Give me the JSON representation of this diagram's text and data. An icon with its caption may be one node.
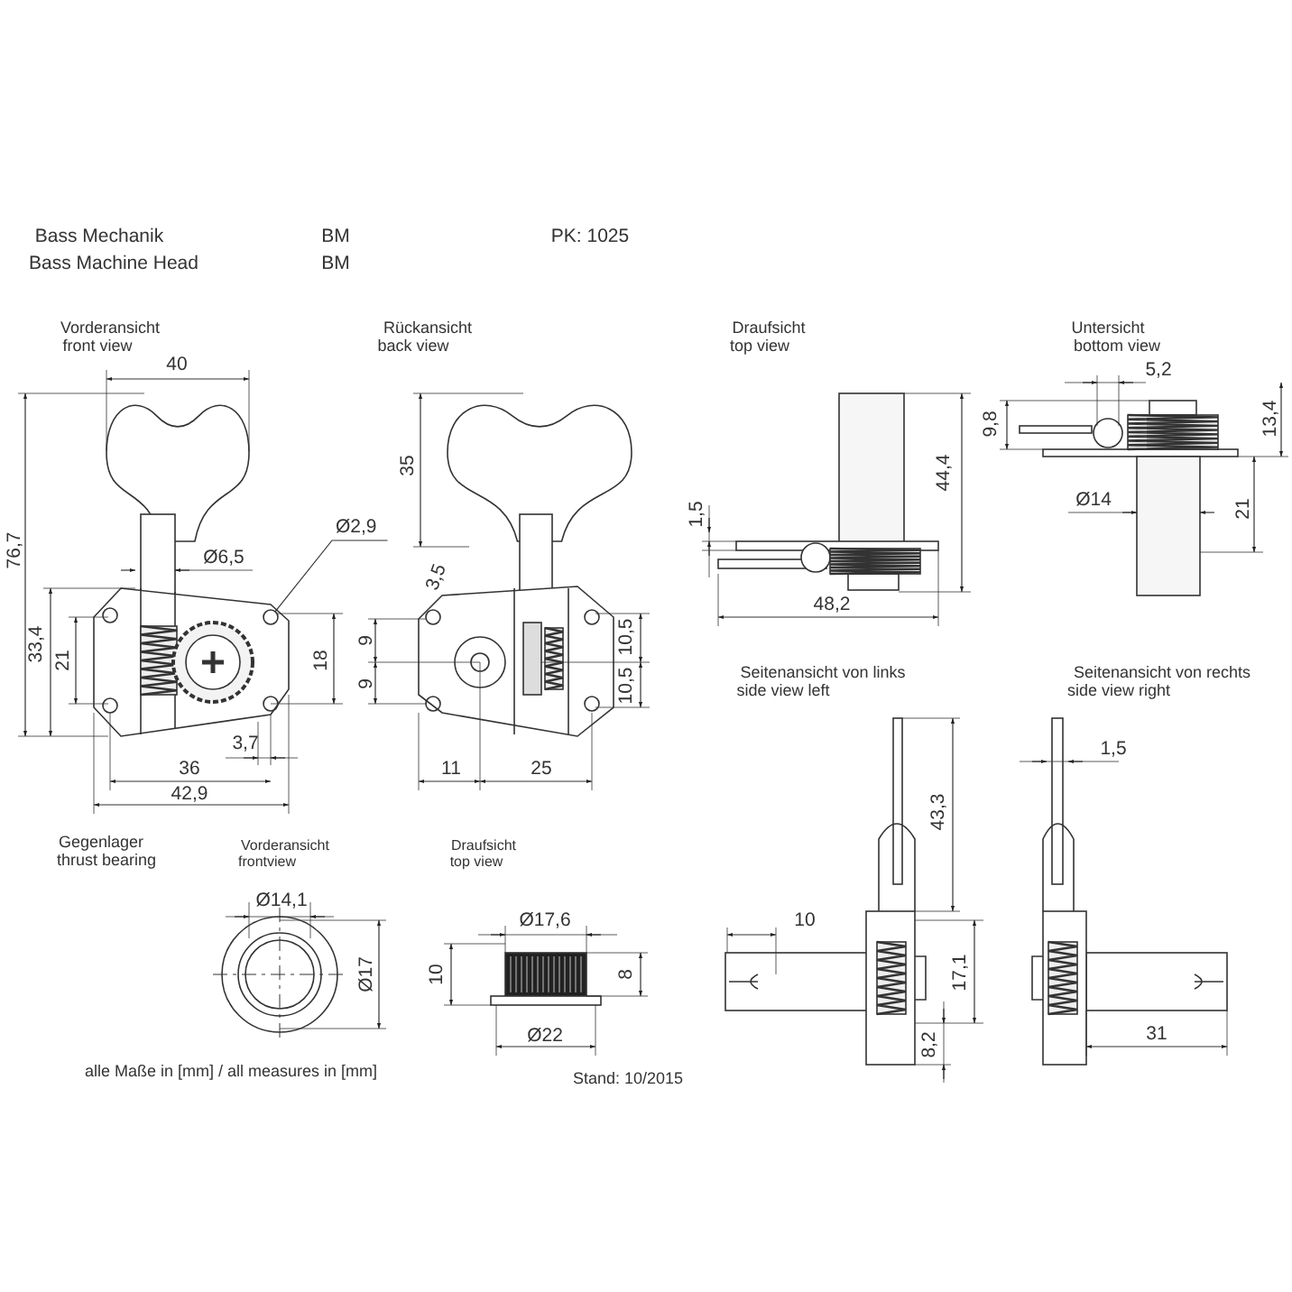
{
  "diagram": {
    "nodes": [
      {
        "text": [
          "Ø2,9"
        ]
      },
      {
        "text": [],
        "shape": "circle"
      }
    ],
    "edges": [
      {
        "from": 0,
        "to": 1,
        "arrow": "none"
      }
    ],
    "labels": [
      "Bass Mechanik",
      "BM",
      "PK: 1025",
      "Bass Machine Head",
      "BM",
      "Vorderansicht",
      "front view",
      "Rückansicht",
      "back view",
      "Draufsicht",
      "top view",
      "Untersicht",
      "bottom view",
      "40",
      "5,2",
      "9,8",
      "13,4",
      "35",
      "44,4",
      "1,5",
      "Ø14",
      "21",
      "76,7",
      "Ø6,5",
      "3,5",
      "48,2",
      "Seitenansicht von links",
      "side view left",
      "Seitenansicht von rechts",
      "side view right",
      "33,4",
      "21",
      "18",
      "9",
      "9",
      "10,5",
      "10,5",
      "1,5",
      "43,3",
      "3,7",
      "36",
      "11",
      "25",
      "42,9",
      "Gegenlager",
      "thrust bearing",
      "Vorderansicht",
      "frontview",
      "Draufsicht",
      "top view",
      "10",
      "Ø14,1",
      "Ø17,6",
      "Ø17",
      "10",
      "8",
      "17,1",
      "Ø22",
      "8,2",
      "31",
      "alle Maße in [mm] / all measures in [mm]",
      "Stand: 10/2015"
    ]
  }
}
